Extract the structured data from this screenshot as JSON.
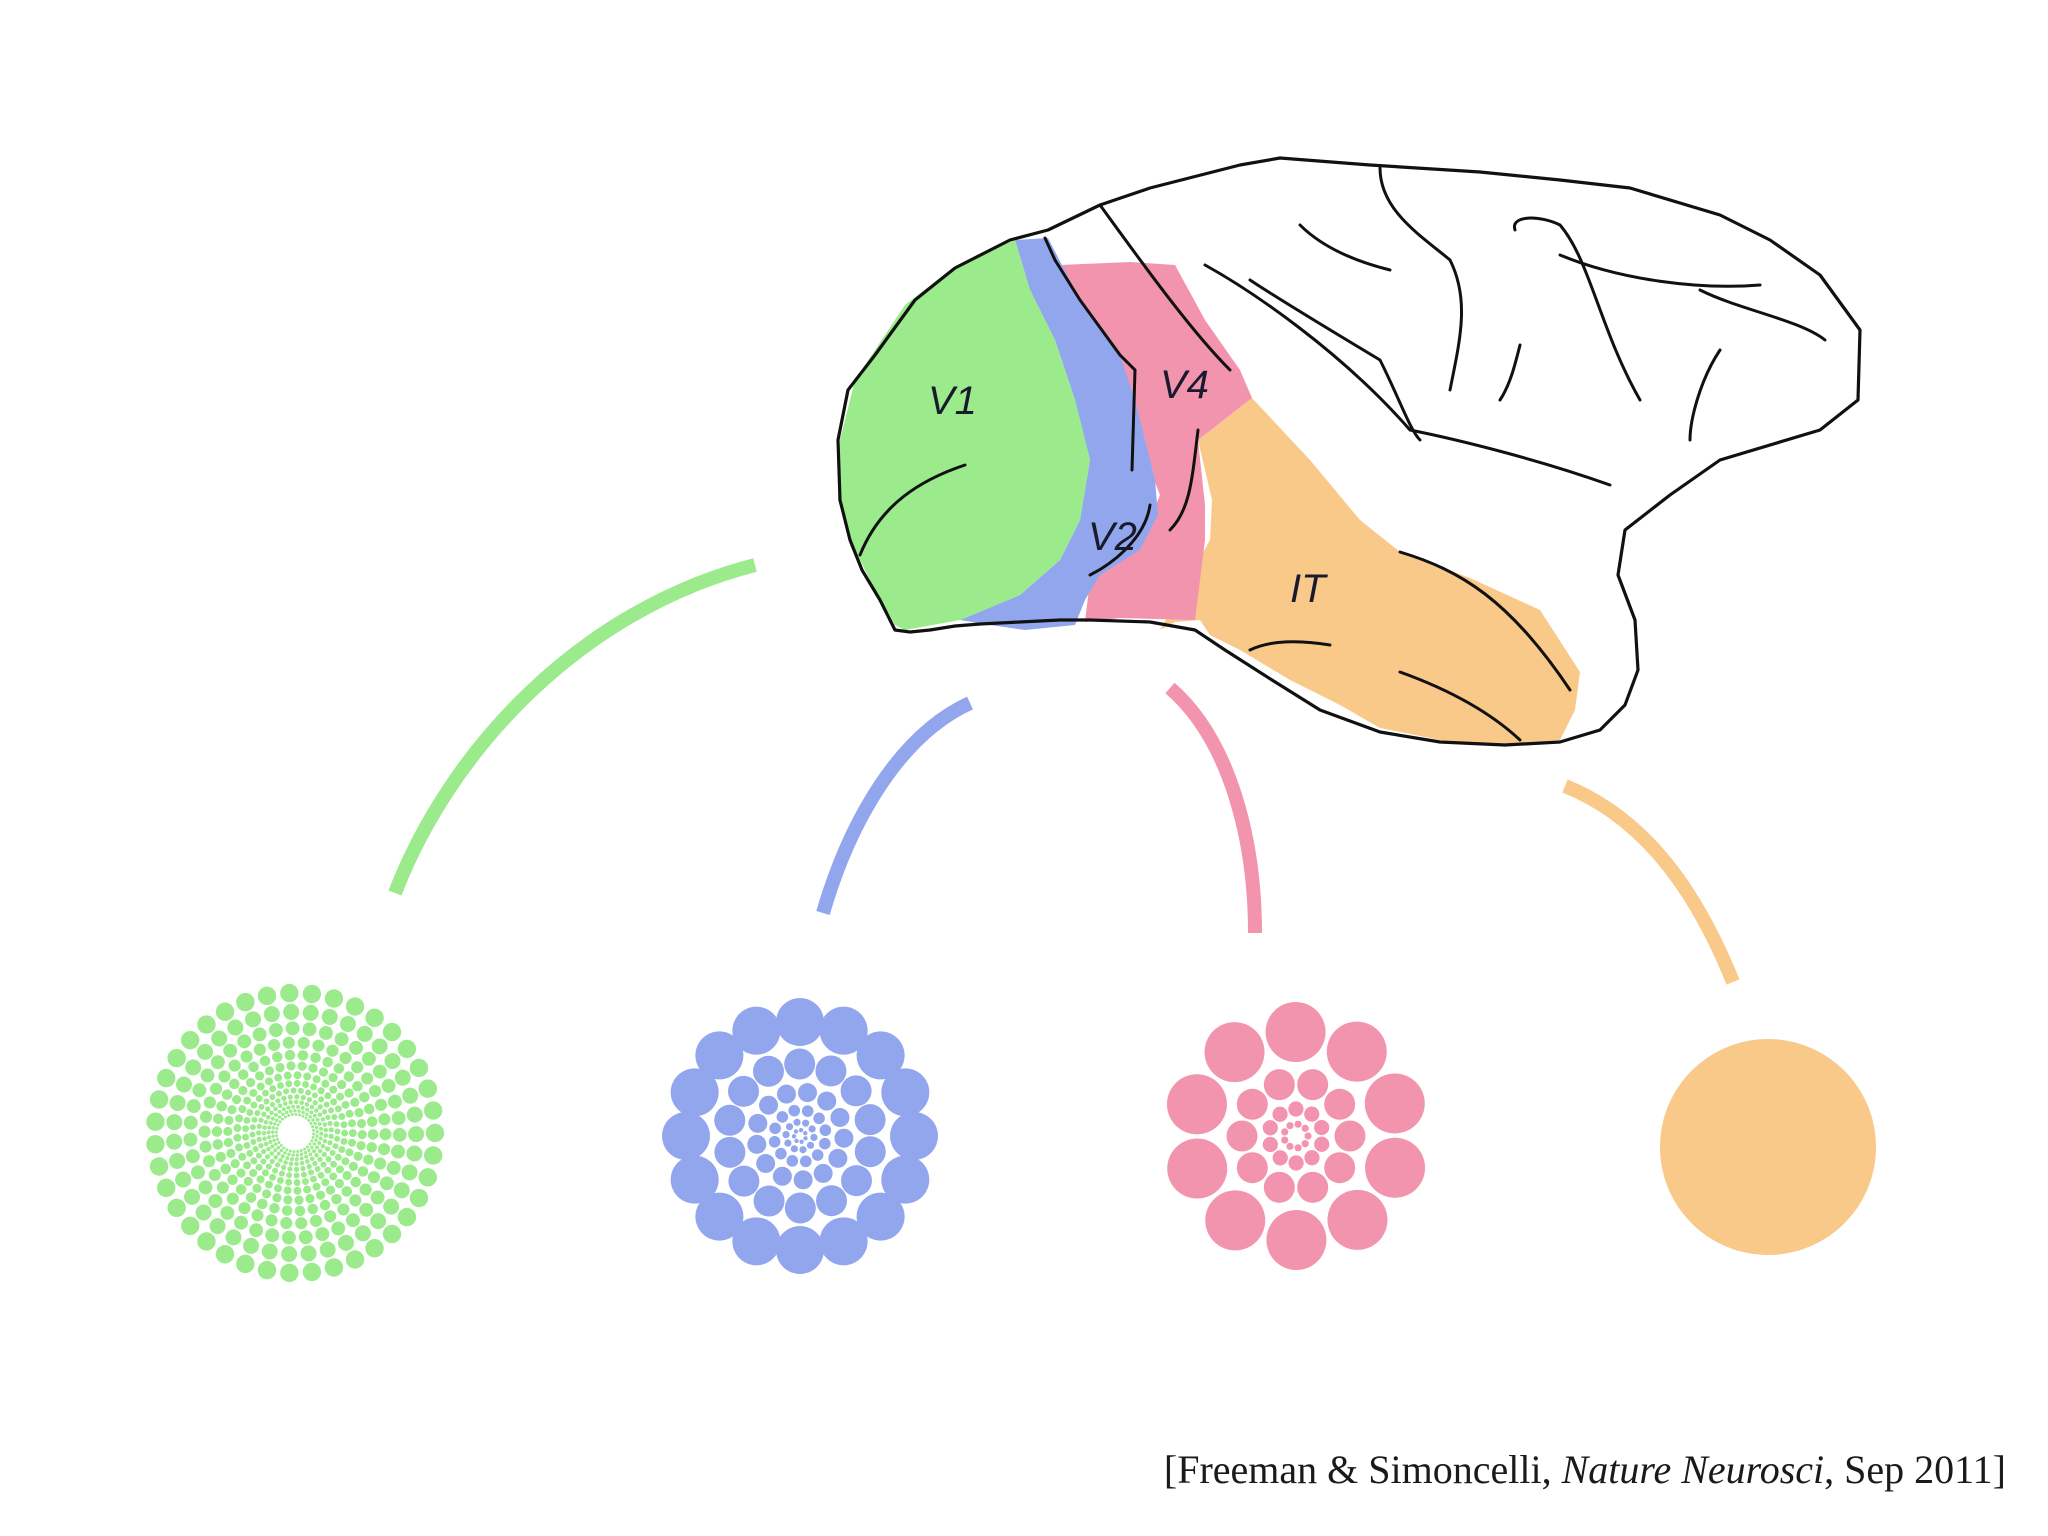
{
  "areas": [
    {
      "key": "v1",
      "label": "V1",
      "color": "#9bea8c"
    },
    {
      "key": "v2",
      "label": "V2",
      "color": "#92a6ee"
    },
    {
      "key": "v4",
      "label": "V4",
      "color": "#f394ae"
    },
    {
      "key": "it",
      "label": "IT",
      "color": "#f9c98a"
    }
  ],
  "citation": {
    "open": "[Freeman & Simoncelli, ",
    "journal": "Nature Neurosci",
    "close": ", Sep 2011]"
  }
}
